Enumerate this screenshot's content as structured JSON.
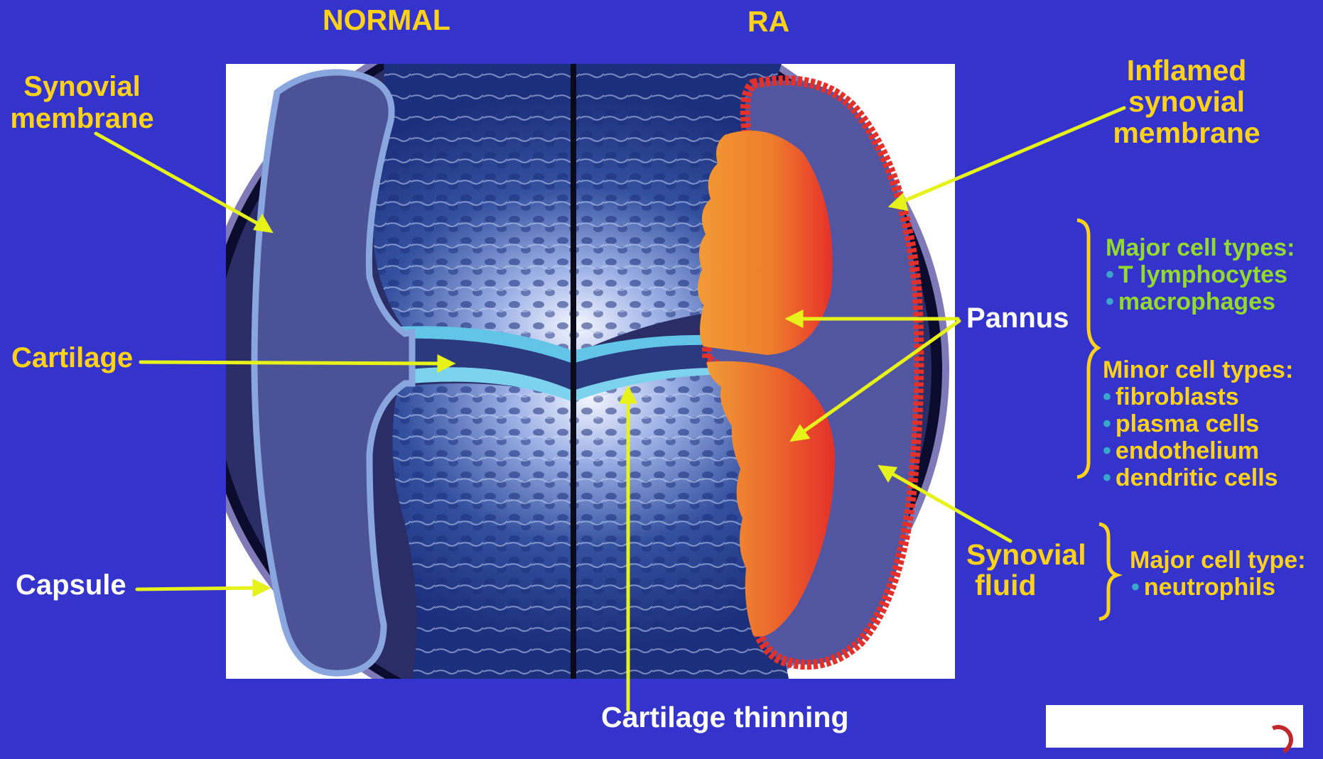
{
  "colors": {
    "background": "#3434cc",
    "title_text": "#ffd21a",
    "label_yellow": "#ffd21a",
    "label_white": "#ffffff",
    "label_green": "#94d92e",
    "bullet": "#3aa6c9",
    "arrow": "#e6f21a",
    "pannus_orange": "#ef8f2a",
    "pannus_red": "#e7322a"
  },
  "header": {
    "normal": "NORMAL",
    "ra": "RA"
  },
  "labels": {
    "synovial_membrane": [
      "Synovial",
      "membrane"
    ],
    "cartilage": "Cartilage",
    "capsule": "Capsule",
    "cartilage_thinning": "Cartilage thinning",
    "inflamed_synovial_membrane": [
      "Inflamed",
      "synovial",
      "membrane"
    ],
    "pannus": "Pannus",
    "synovial_fluid": [
      "Synovial",
      "fluid"
    ]
  },
  "pannus_cells": {
    "major_title": "Major cell types:",
    "major_items": [
      "T lymphocytes",
      "macrophages"
    ],
    "minor_title": "Minor cell types:",
    "minor_items": [
      "fibroblasts",
      "plasma cells",
      "endothelium",
      "dendritic cells"
    ]
  },
  "fluid_cells": {
    "major_title": "Major cell type:",
    "major_items": [
      "neutrophils"
    ]
  },
  "bullet_glyph": "•"
}
